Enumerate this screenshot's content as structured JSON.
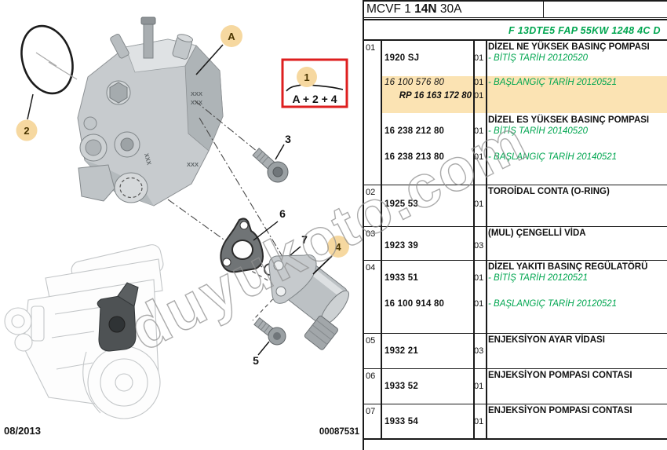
{
  "header": {
    "code_prefix": "MCVF 1",
    "code_bold": "14N",
    "code_suffix": "30A",
    "variant_line": "F 13DTE5 FAP 55KW 1248 4C D"
  },
  "table": {
    "r01": {
      "ref": "01",
      "title_a": "DİZEL NE YÜKSEK BASINÇ POMPASI",
      "a1_part": "1920 SJ",
      "a1_qty": "01",
      "a1_note": "- BİTİŞ TARİH 20120520",
      "a2_part": "16 100 576 80",
      "a2_qty": "01",
      "a2_note": "- BAŞLANGIÇ TARİH 20120521",
      "a3_part": "RP 16 163 172 80",
      "a3_qty": "01",
      "title_b": "DİZEL ES YÜKSEK BASINÇ POMPASI",
      "b1_part": "16 238 212 80",
      "b1_qty": "01",
      "b1_note": "- BİTİŞ TARİH 20140520",
      "b2_part": "16 238 213 80",
      "b2_qty": "01",
      "b2_note": "- BAŞLANGIÇ TARİH 20140521"
    },
    "r02": {
      "ref": "02",
      "title": "TOROİDAL CONTA (O-RING)",
      "part": "1925 53",
      "qty": "01"
    },
    "r03": {
      "ref": "03",
      "title": "(MUL) ÇENGELLİ VİDA",
      "part": "1923 39",
      "qty": "03"
    },
    "r04": {
      "ref": "04",
      "title": "DİZEL YAKITI BASINÇ REGÜLATÖRÜ",
      "a1_part": "1933 51",
      "a1_qty": "01",
      "a1_note": "- BİTİŞ TARİH 20120521",
      "a2_part": "16 100 914 80",
      "a2_qty": "01",
      "a2_note": "- BAŞLANGIÇ TARİH 20120521"
    },
    "r05": {
      "ref": "05",
      "title": "ENJEKSİYON AYAR VİDASI",
      "part": "1932 21",
      "qty": "03"
    },
    "r06": {
      "ref": "06",
      "title": "ENJEKSİYON POMPASI CONTASI",
      "part": "1933 52",
      "qty": "01"
    },
    "r07": {
      "ref": "07",
      "title": "ENJEKSİYON POMPASI CONTASI",
      "part": "1933 54",
      "qty": "01"
    }
  },
  "diagram": {
    "callout_a": "A",
    "callout_1": "1",
    "callout_2": "2",
    "callout_3": "3",
    "callout_4": "4",
    "callout_5": "5",
    "callout_6": "6",
    "callout_7": "7",
    "group_formula": "A + 2 + 4",
    "mold_mark": "XXX"
  },
  "footer": {
    "date": "08/2013",
    "doc_number": "00087531"
  },
  "watermark": "duyukoto.com",
  "colors": {
    "note_green": "#00A650",
    "highlight_row": "#FBE3B3",
    "callout_fill": "#F6D8A0",
    "callout_text": "#4A3500",
    "red_box": "#DE1F1F"
  }
}
